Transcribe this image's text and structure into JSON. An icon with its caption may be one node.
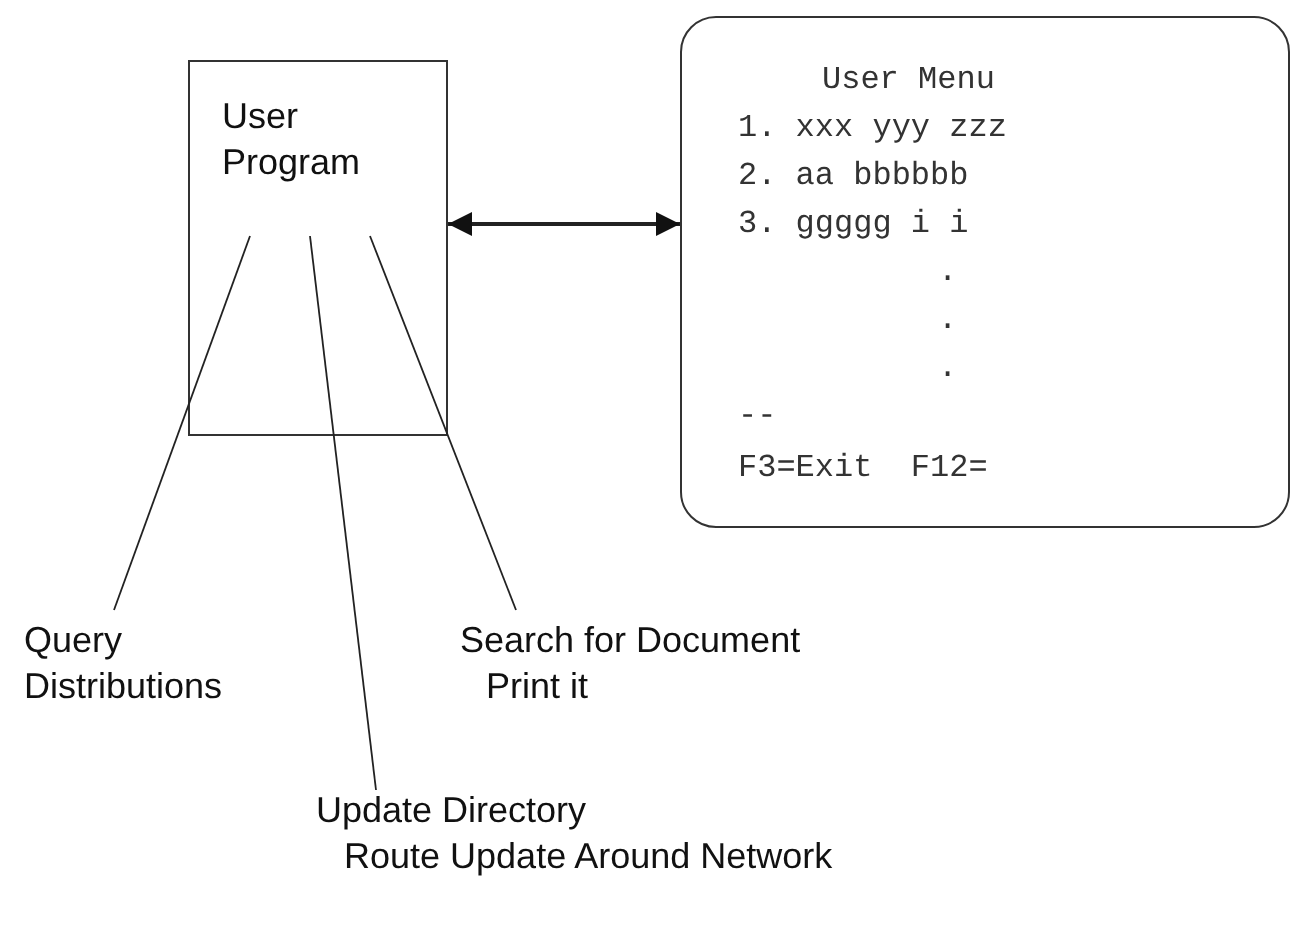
{
  "diagram": {
    "nodes": [
      {
        "text": [
          "User Program"
        ]
      },
      {
        "text": [
          "User Menu",
          "1. xxx yyy zzz",
          "2. aa bbbbbb",
          "3. ggggg i i",
          ".",
          ".",
          ".",
          "--",
          "F3=Exit  F12="
        ]
      },
      {
        "text": [
          "Query Distributions"
        ]
      },
      {
        "text": [
          "Search for Document",
          "Print it"
        ]
      },
      {
        "text": [
          "Update Directory",
          "Route Update Around Network"
        ]
      }
    ],
    "edges": [
      {
        "from": 0,
        "to": 1,
        "arrow": "both"
      },
      {
        "from": 2,
        "to": 0,
        "arrow": "none"
      },
      {
        "from": 4,
        "to": 0,
        "arrow": "none"
      },
      {
        "from": 3,
        "to": 0,
        "arrow": "none"
      }
    ]
  }
}
